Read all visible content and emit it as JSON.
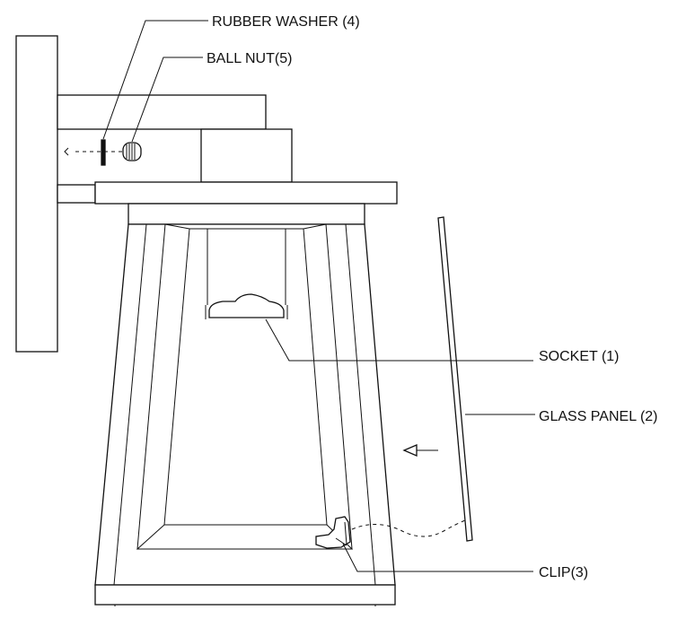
{
  "callouts": {
    "rubber_washer": "RUBBER WASHER (4)",
    "ball_nut": "BALL NUT(5)",
    "socket": "SOCKET (1)",
    "glass_panel": "GLASS PANEL (2)",
    "clip": "CLIP(3)"
  },
  "colors": {
    "line": "#111111",
    "background": "#ffffff"
  }
}
